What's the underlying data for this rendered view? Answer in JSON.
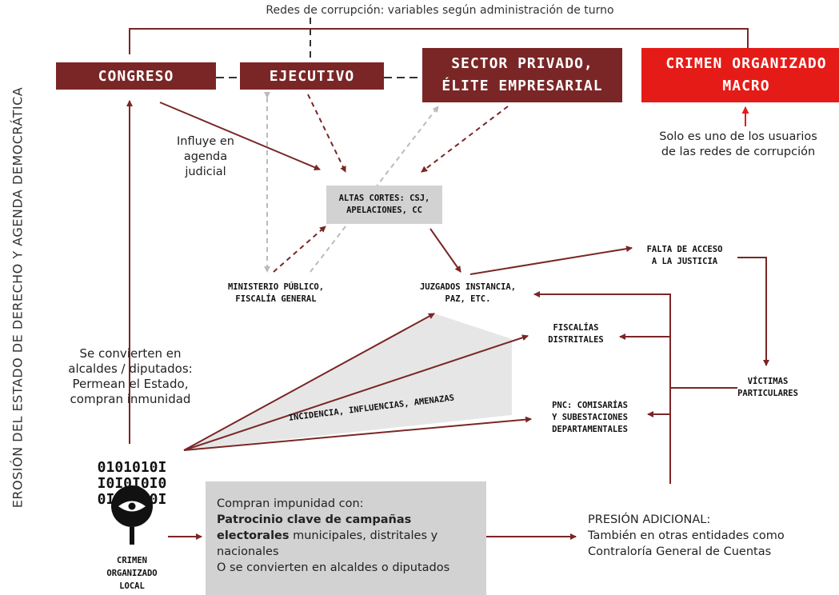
{
  "top_note": "Redes de corrupción: variables según administración de turno",
  "side_label": "EROSIÓN DEL ESTADO DE DERECHO Y AGENDA DEMOCRÁTICA",
  "nodes": {
    "congreso": "CONGRESO",
    "ejecutivo": "EJECUTIVO",
    "sector_privado": [
      "SECTOR PRIVADO,",
      "ÉLITE EMPRESARIAL"
    ],
    "crimen_macro": [
      "CRIMEN ORGANIZADO",
      "MACRO"
    ],
    "altas_cortes": [
      "ALTAS CORTES: CSJ,",
      "APELACIONES, CC"
    ],
    "ministerio": [
      "MINISTERIO PÚBLICO,",
      "FISCALÍA GENERAL"
    ],
    "juzgados": [
      "JUZGADOS INSTANCIA,",
      "PAZ, ETC."
    ],
    "falta_acceso": [
      "FALTA DE ACCESO",
      "A LA JUSTICIA"
    ],
    "fiscalias": [
      "FISCALÍAS",
      "DISTRITALES"
    ],
    "victimas": [
      "VÍCTIMAS",
      "PARTICULARES"
    ],
    "pnc": [
      "PNC: COMISARÍAS",
      "Y SUBESTACIONES",
      "DEPARTAMENTALES"
    ],
    "crimen_local": [
      "CRIMEN",
      "ORGANIZADO",
      "LOCAL"
    ]
  },
  "notes": {
    "influye": [
      "Influye en",
      "agenda",
      "judicial"
    ],
    "solo_usuario": [
      "Solo es uno de los usuarios",
      "de las redes de corrupción"
    ],
    "se_convierten": [
      "Se convierten en",
      "alcaldes / diputados:",
      "Permean el Estado,",
      "compran inmunidad"
    ],
    "incidencia": "INCIDENCIA, INFLUENCIAS, AMENAZAS",
    "presion": [
      "PRESIÓN ADICIONAL:",
      "También en otras entidades como",
      "Contraloría General de Cuentas"
    ]
  },
  "impunidad_box": {
    "line1": "Compran impunidad con:",
    "bold": "Patrocinio clave de campañas electorales",
    "rest": " municipales, distritales y nacionales",
    "line_last": "O se convierten en alcaldes o diputados"
  },
  "colors": {
    "dark_red": "#7a2626",
    "bright_red": "#e41b17",
    "gray": "#d2d2d2",
    "light_gray": "#bbbbbb"
  }
}
